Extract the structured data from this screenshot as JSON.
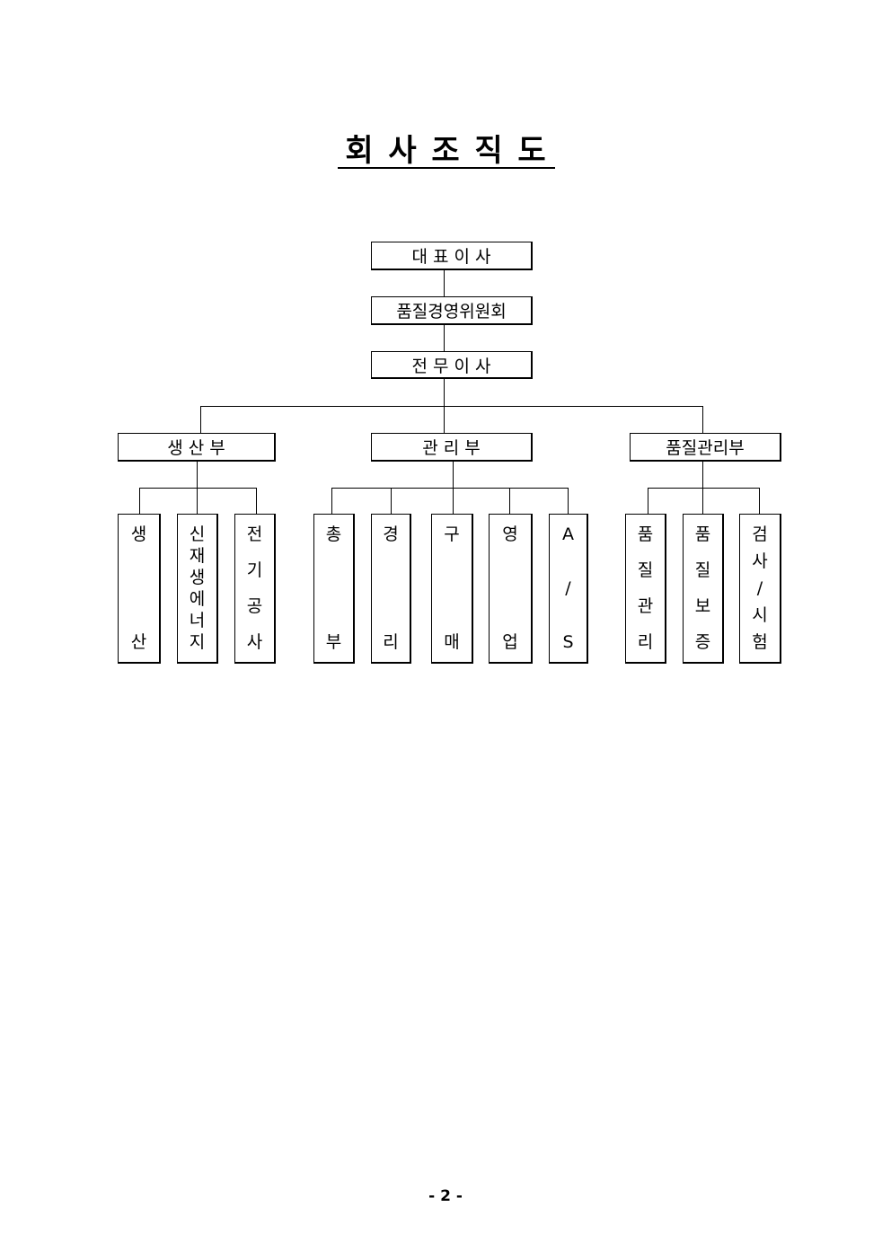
{
  "title": "회 사 조 직 도",
  "top_chain": [
    {
      "id": "ceo",
      "label": "대 표 이 사"
    },
    {
      "id": "qmc",
      "label": "품질경영위원회"
    },
    {
      "id": "exec",
      "label": "전 무 이 사"
    }
  ],
  "departments": [
    {
      "id": "production",
      "label": "생 산 부",
      "teams": [
        {
          "id": "prod",
          "chars": [
            "생",
            "산"
          ]
        },
        {
          "id": "renew",
          "chars": [
            "신",
            "재",
            "생",
            "에",
            "너",
            "지"
          ]
        },
        {
          "id": "elec",
          "chars": [
            "전",
            "기",
            "공",
            "사"
          ]
        }
      ]
    },
    {
      "id": "admin",
      "label": "관 리 부",
      "teams": [
        {
          "id": "general",
          "chars": [
            "총",
            "부"
          ]
        },
        {
          "id": "mgmt",
          "chars": [
            "경",
            "리"
          ]
        },
        {
          "id": "purchase",
          "chars": [
            "구",
            "매"
          ]
        },
        {
          "id": "sales",
          "chars": [
            "영",
            "업"
          ]
        },
        {
          "id": "as",
          "chars": [
            "A",
            "/",
            "S"
          ]
        }
      ]
    },
    {
      "id": "quality",
      "label": "품질관리부",
      "teams": [
        {
          "id": "qc",
          "chars": [
            "품",
            "질",
            "관",
            "리"
          ]
        },
        {
          "id": "qa",
          "chars": [
            "품",
            "질",
            "보",
            "증"
          ]
        },
        {
          "id": "test",
          "chars": [
            "검",
            "사",
            "/",
            "시",
            "험"
          ]
        }
      ]
    }
  ],
  "page_number": "- 2 -"
}
